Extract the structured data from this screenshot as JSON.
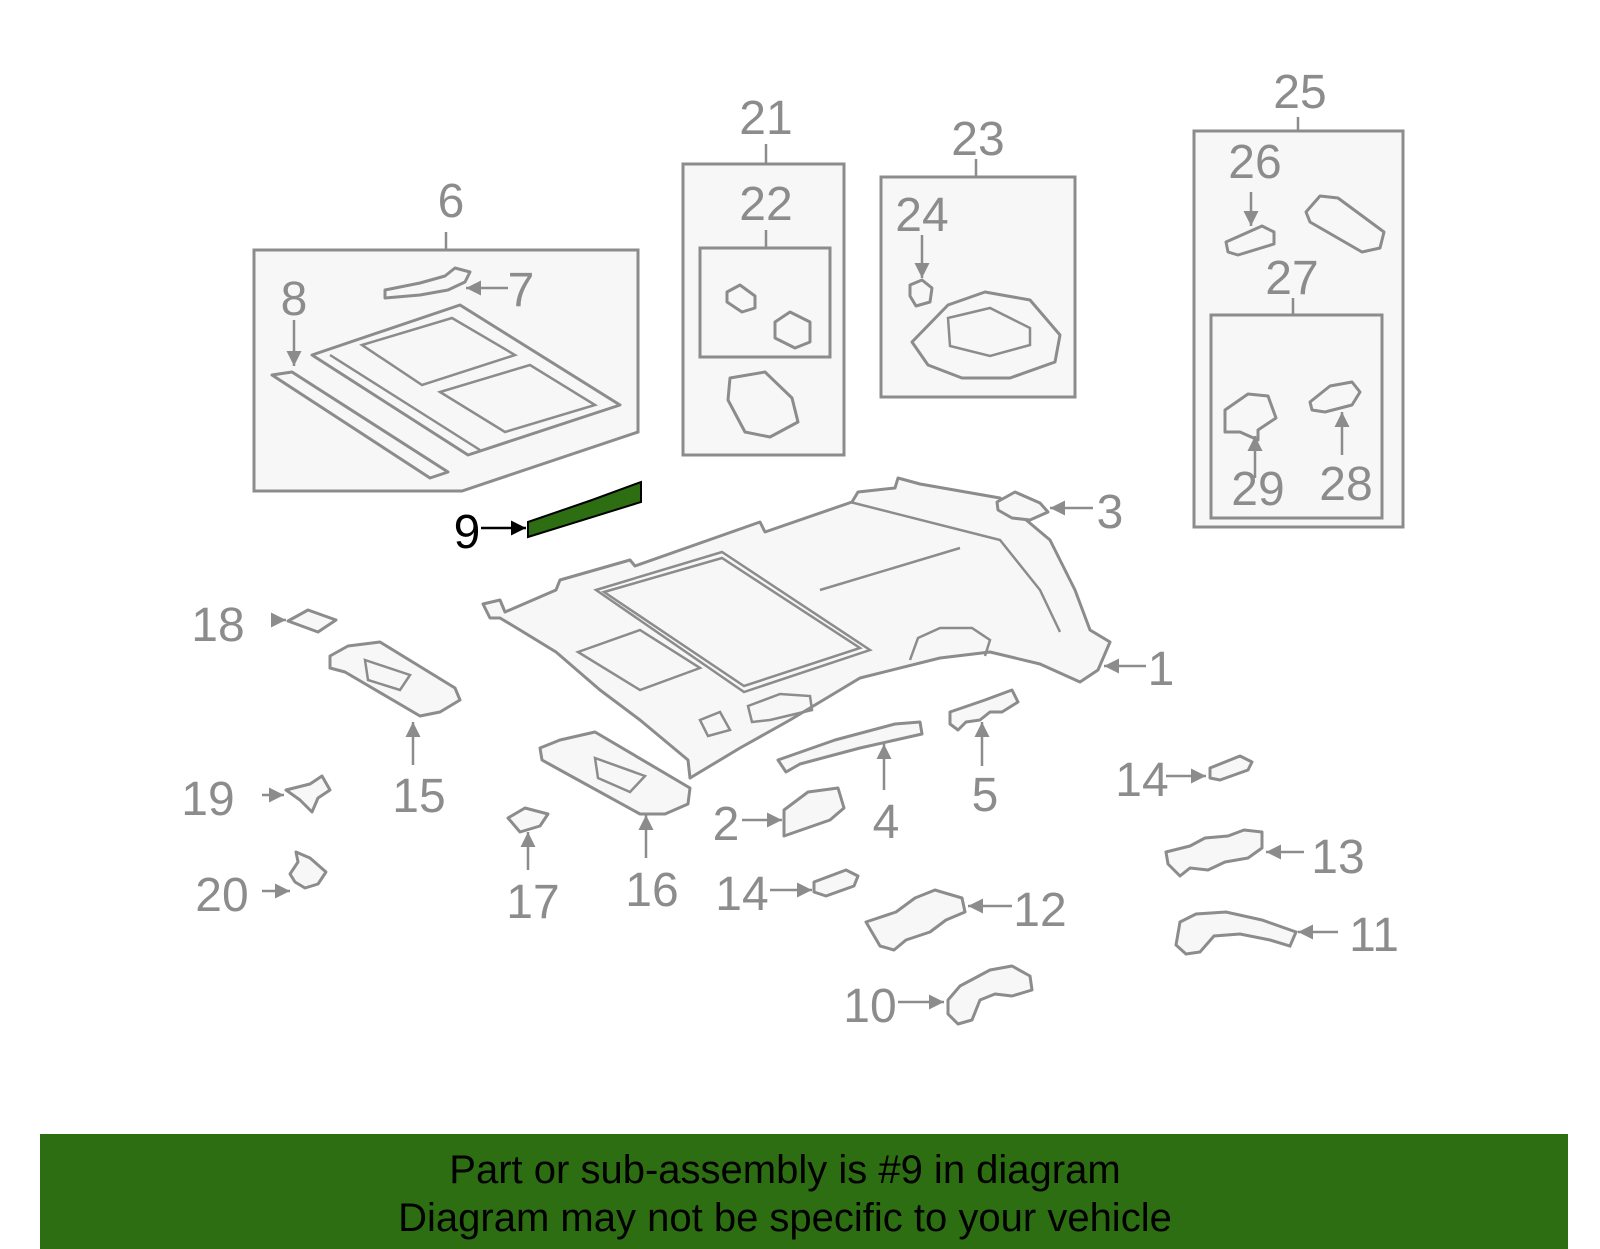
{
  "colors": {
    "line": "#8c8c8c",
    "part_fill": "#f7f7f7",
    "highlight": "#2d6e12",
    "banner": "#2d6e12",
    "highlight_label": "#000000"
  },
  "callouts": {
    "c1": "1",
    "c2": "2",
    "c3": "3",
    "c4": "4",
    "c5": "5",
    "c6": "6",
    "c7": "7",
    "c8": "8",
    "c9": "9",
    "c10": "10",
    "c11": "11",
    "c12": "12",
    "c13": "13",
    "c14a": "14",
    "c14b": "14",
    "c15": "15",
    "c16": "16",
    "c17": "17",
    "c18": "18",
    "c19": "19",
    "c20": "20",
    "c21": "21",
    "c22": "22",
    "c23": "23",
    "c24": "24",
    "c25": "25",
    "c26": "26",
    "c27": "27",
    "c28": "28",
    "c29": "29"
  },
  "highlighted_part": "9",
  "banner": {
    "line1": "Part or sub-assembly is #9 in diagram",
    "line2": "Diagram may not be specific to your vehicle"
  }
}
